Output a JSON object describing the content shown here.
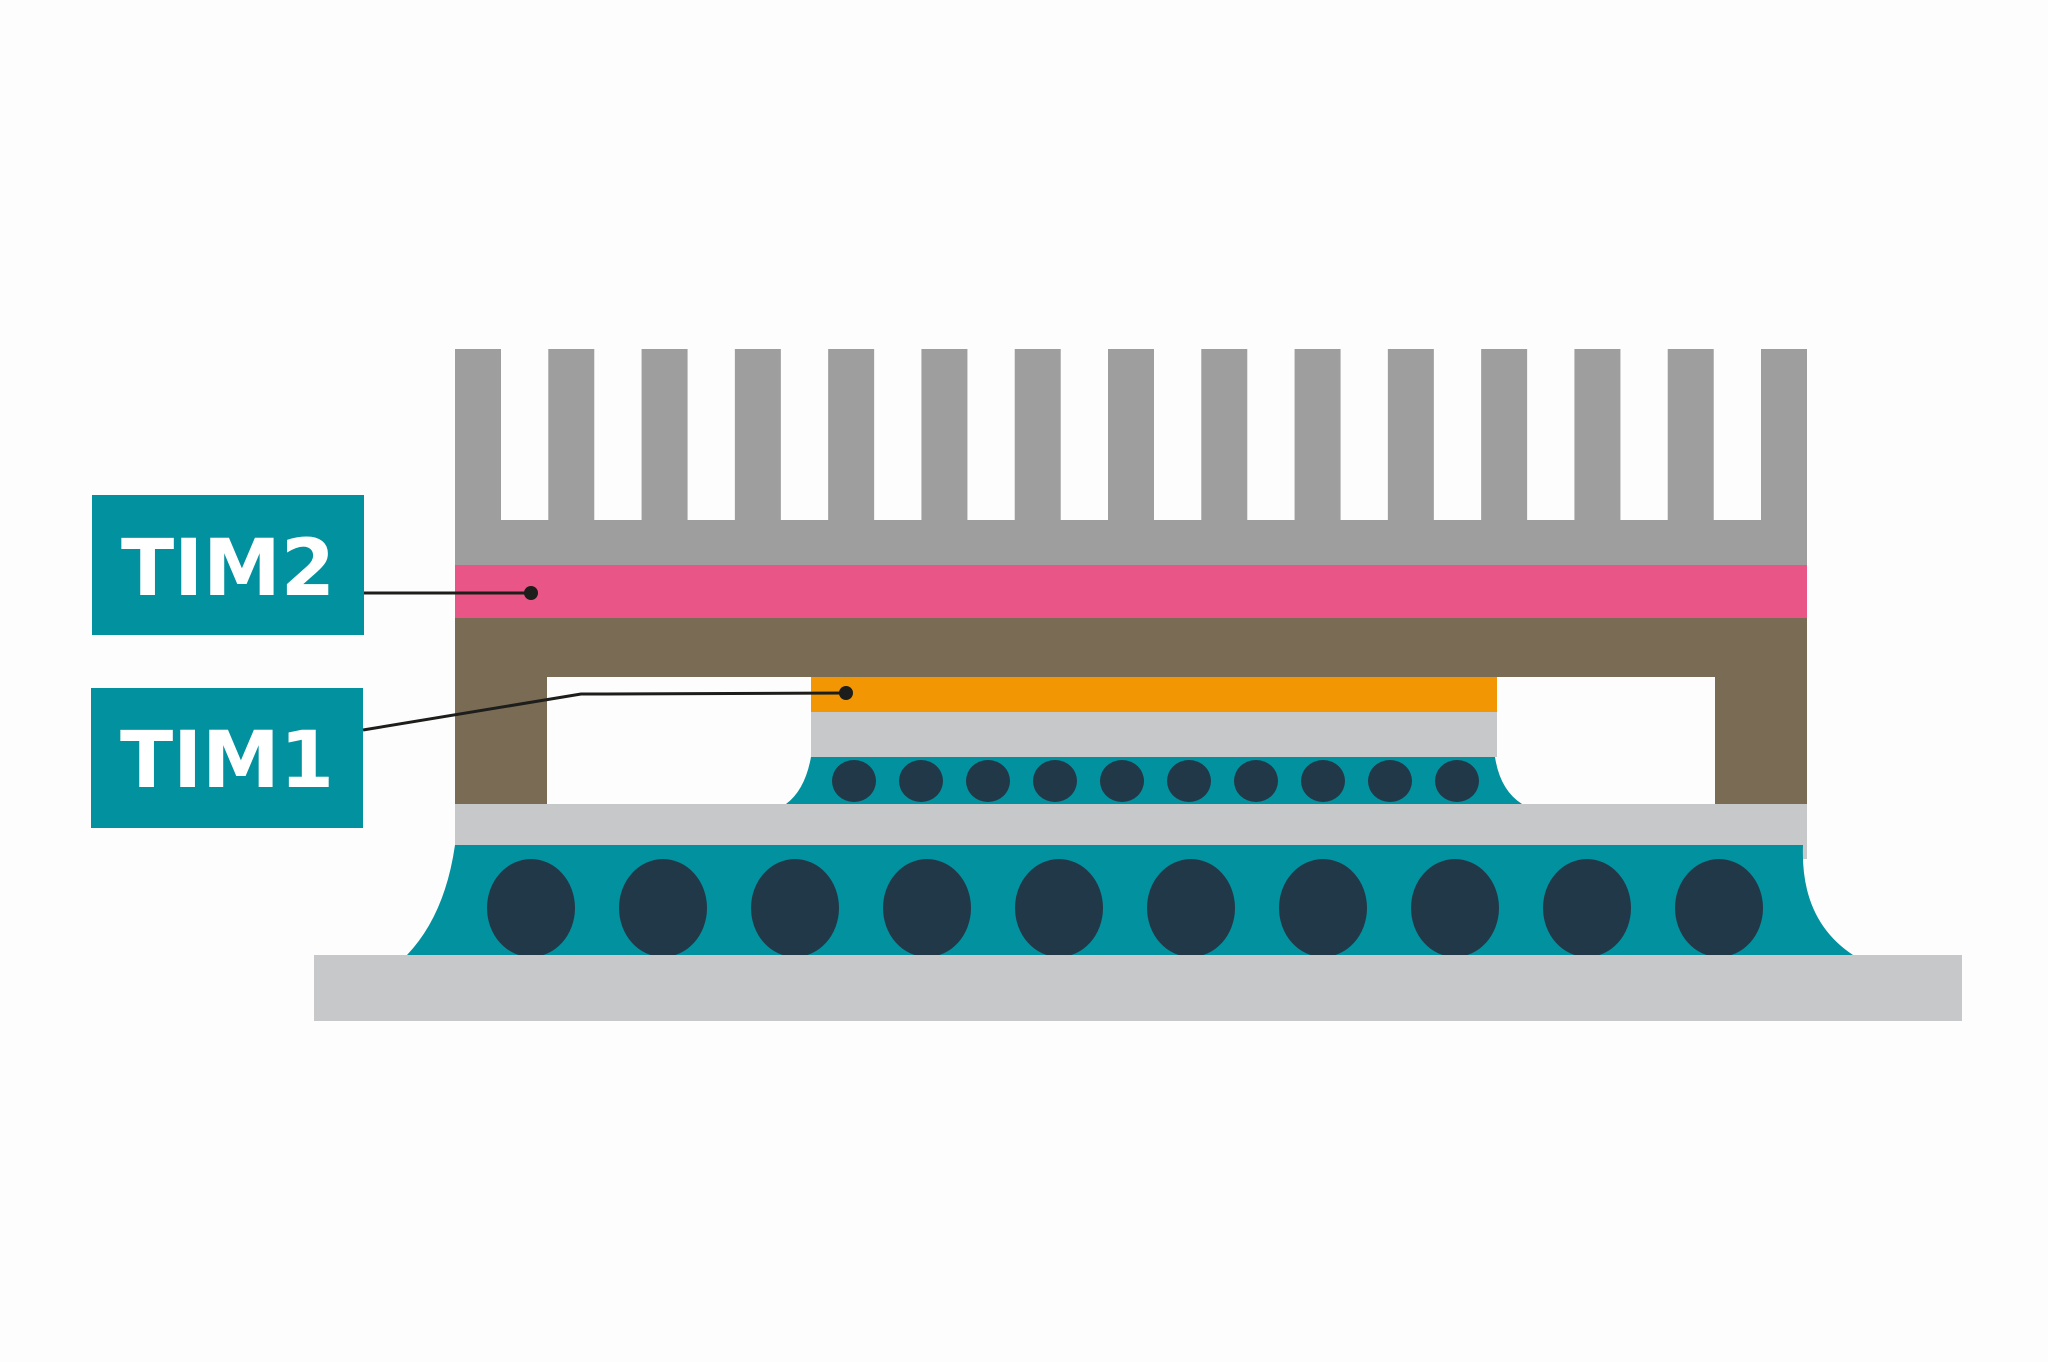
{
  "labels": {
    "tim2": "TIM2",
    "tim1": "TIM1"
  },
  "colors": {
    "background": "#fdfdfd",
    "heatsink": "#9e9e9e",
    "tim2": "#e95586",
    "lid": "#7a6b55",
    "tim1": "#f39603",
    "die": "#c7c8ca",
    "underfill": "#02919e",
    "solder_ball": "#213849",
    "substrate": "#c7c8ca",
    "board": "#c7c8ca",
    "label_box": "#02919e",
    "leader_line": "#1d1d1b"
  },
  "heatsink": {
    "fin_count": 15
  },
  "micro_bumps": {
    "count": 10
  },
  "bga_balls": {
    "count": 10
  }
}
